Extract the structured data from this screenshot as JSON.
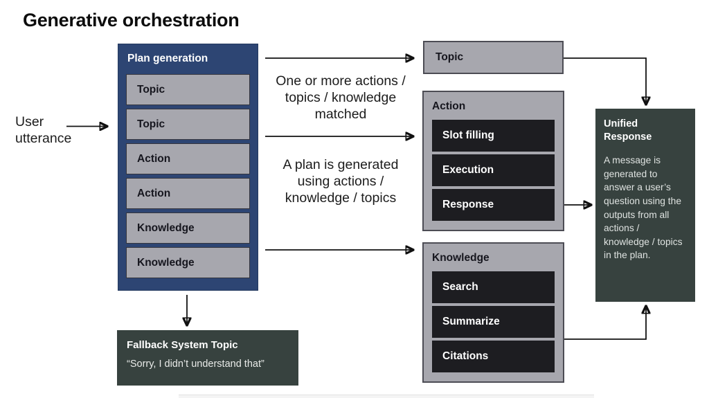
{
  "title": "Generative orchestration",
  "colors": {
    "plan_blue": "#2d4573",
    "box_gray": "#a7a7ae",
    "row_black": "#1d1d21",
    "panel_slate": "#37423f",
    "arrow": "#111111"
  },
  "user_utterance": {
    "label": "User utterance"
  },
  "annotations": {
    "matched": "One or more actions / topics / knowledge matched",
    "plan_generated": "A plan is generated using actions / knowledge / topics"
  },
  "plan_generation": {
    "title": "Plan generation",
    "items": [
      "Topic",
      "Topic",
      "Action",
      "Action",
      "Knowledge",
      "Knowledge"
    ]
  },
  "topic_box": {
    "title": "Topic"
  },
  "action_box": {
    "title": "Action",
    "items": [
      "Slot filling",
      "Execution",
      "Response"
    ]
  },
  "knowledge_box": {
    "title": "Knowledge",
    "items": [
      "Search",
      "Summarize",
      "Citations"
    ]
  },
  "unified_response": {
    "title": "Unified Response",
    "body": "A message is generated to answer a user’s question using the outputs from all actions / knowledge / topics in the plan."
  },
  "fallback": {
    "title": "Fallback System Topic",
    "quote": "“Sorry, I didn’t understand that”"
  }
}
